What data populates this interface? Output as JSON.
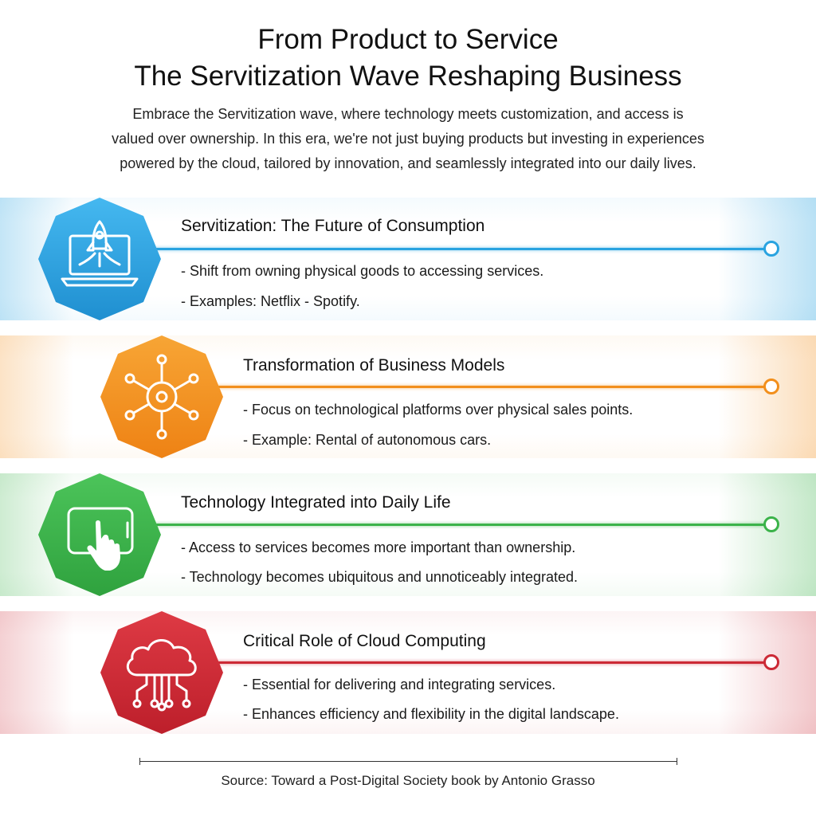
{
  "title": {
    "line1": "From Product to Service",
    "line2": "The Servitization Wave Reshaping Business"
  },
  "intro": {
    "line1": "Embrace the Servitization wave, where technology meets customization, and access is",
    "line2": "valued over ownership. In this era, we're not just buying products but investing in experiences",
    "line3": "powered by the cloud, tailored by innovation, and seamlessly integrated into our daily lives."
  },
  "sections": [
    {
      "heading": "Servitization: The Future of Consumption",
      "points": [
        "- Shift from owning physical goods to accessing services.",
        "- Examples: Netflix - Spotify."
      ],
      "color": "#29a3e0",
      "icon": "laptop-rocket-icon"
    },
    {
      "heading": "Transformation of Business Models",
      "points": [
        "- Focus on technological platforms over physical sales points.",
        "- Example: Rental of autonomous cars."
      ],
      "color": "#f28f1c",
      "icon": "network-hub-icon"
    },
    {
      "heading": "Technology Integrated into Daily Life",
      "points": [
        "- Access to services becomes more important than ownership.",
        "- Technology becomes ubiquitous and unnoticeably integrated."
      ],
      "color": "#3bb34a",
      "icon": "tablet-touch-icon"
    },
    {
      "heading": "Critical Role of Cloud Computing",
      "points": [
        "- Essential for delivering and integrating services.",
        "- Enhances efficiency and flexibility in the digital landscape."
      ],
      "color": "#cc2a36",
      "icon": "cloud-circuit-icon"
    }
  ],
  "source": "Source: Toward a Post-Digital Society book by Antonio Grasso"
}
